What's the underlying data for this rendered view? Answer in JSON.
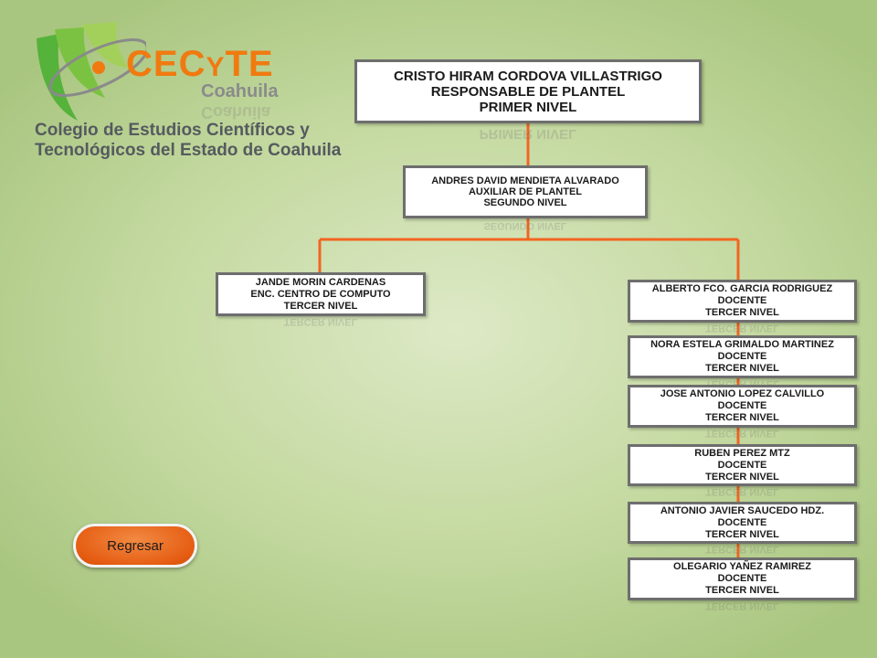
{
  "logo": {
    "brand_main": "CEC",
    "brand_y": "Y",
    "brand_end": "TE",
    "subtitle": "Coahuila",
    "tagline_line1": "Colegio de Estudios Científicos y",
    "tagline_line2": "Tecnológicos del Estado de Coahuila"
  },
  "org": {
    "level1": {
      "name": "CRISTO HIRAM CORDOVA VILLASTRIGO",
      "role": "RESPONSABLE DE PLANTEL",
      "level": "PRIMER NIVEL"
    },
    "level2": {
      "name": "ANDRES DAVID MENDIETA ALVARADO",
      "role": "AUXILIAR DE PLANTEL",
      "level": "SEGUNDO NIVEL"
    },
    "left": {
      "name": "JANDE MORIN CARDENAS",
      "role": "ENC. CENTRO DE COMPUTO",
      "level": "TERCER NIVEL"
    },
    "right": [
      {
        "name": "ALBERTO FCO. GARCIA RODRIGUEZ",
        "role": "DOCENTE",
        "level": "TERCER NIVEL"
      },
      {
        "name": "NORA ESTELA GRIMALDO MARTINEZ",
        "role": "DOCENTE",
        "level": "TERCER NIVEL"
      },
      {
        "name": "JOSE ANTONIO LOPEZ CALVILLO",
        "role": "DOCENTE",
        "level": "TERCER NIVEL"
      },
      {
        "name": "RUBEN PEREZ MTZ",
        "role": "DOCENTE",
        "level": "TERCER NIVEL"
      },
      {
        "name": "ANTONIO JAVIER SAUCEDO HDZ.",
        "role": "DOCENTE",
        "level": "TERCER NIVEL"
      },
      {
        "name": "OLEGARIO YAÑEZ RAMIREZ",
        "role": "DOCENTE",
        "level": "TERCER NIVEL"
      }
    ]
  },
  "colors": {
    "connector": "#f26522",
    "button": "#e55c12"
  },
  "back_button": {
    "label": "Regresar"
  }
}
